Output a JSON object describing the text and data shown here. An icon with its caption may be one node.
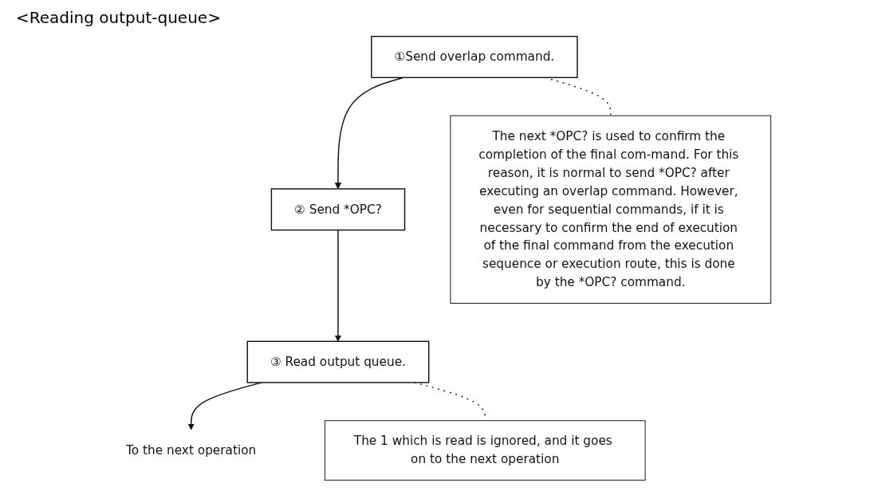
{
  "diagram": {
    "title": "<Reading output-queue>",
    "nodes": [
      {
        "text": [
          "①Send overlap command."
        ]
      },
      {
        "text": [
          "② Send *OPC?"
        ]
      },
      {
        "text": [
          "③ Read output queue."
        ]
      },
      {
        "text": [
          "To the next operation"
        ]
      },
      {
        "text": [
          "The next *OPC? is used to confirm the completion of the final com-mand. For this reason, it is normal to send *OPC? after executing an overlap command. However, even for sequential commands, if it is necessary to confirm the end of execution of the final command from the execution sequence or execution route, this is done by the *OPC? command."
        ]
      },
      {
        "text": [
          "The 1 which is read is ignored, and it goes on to the next operation"
        ]
      }
    ],
    "edges": [
      {
        "from": 0,
        "to": 1,
        "arrow": "to"
      },
      {
        "from": 1,
        "to": 2,
        "arrow": "to"
      },
      {
        "from": 2,
        "to": 3,
        "arrow": "to"
      },
      {
        "from": 0,
        "to": 4,
        "arrow": "none",
        "style": "dashed"
      },
      {
        "from": 2,
        "to": 5,
        "arrow": "none",
        "style": "dashed"
      }
    ]
  }
}
